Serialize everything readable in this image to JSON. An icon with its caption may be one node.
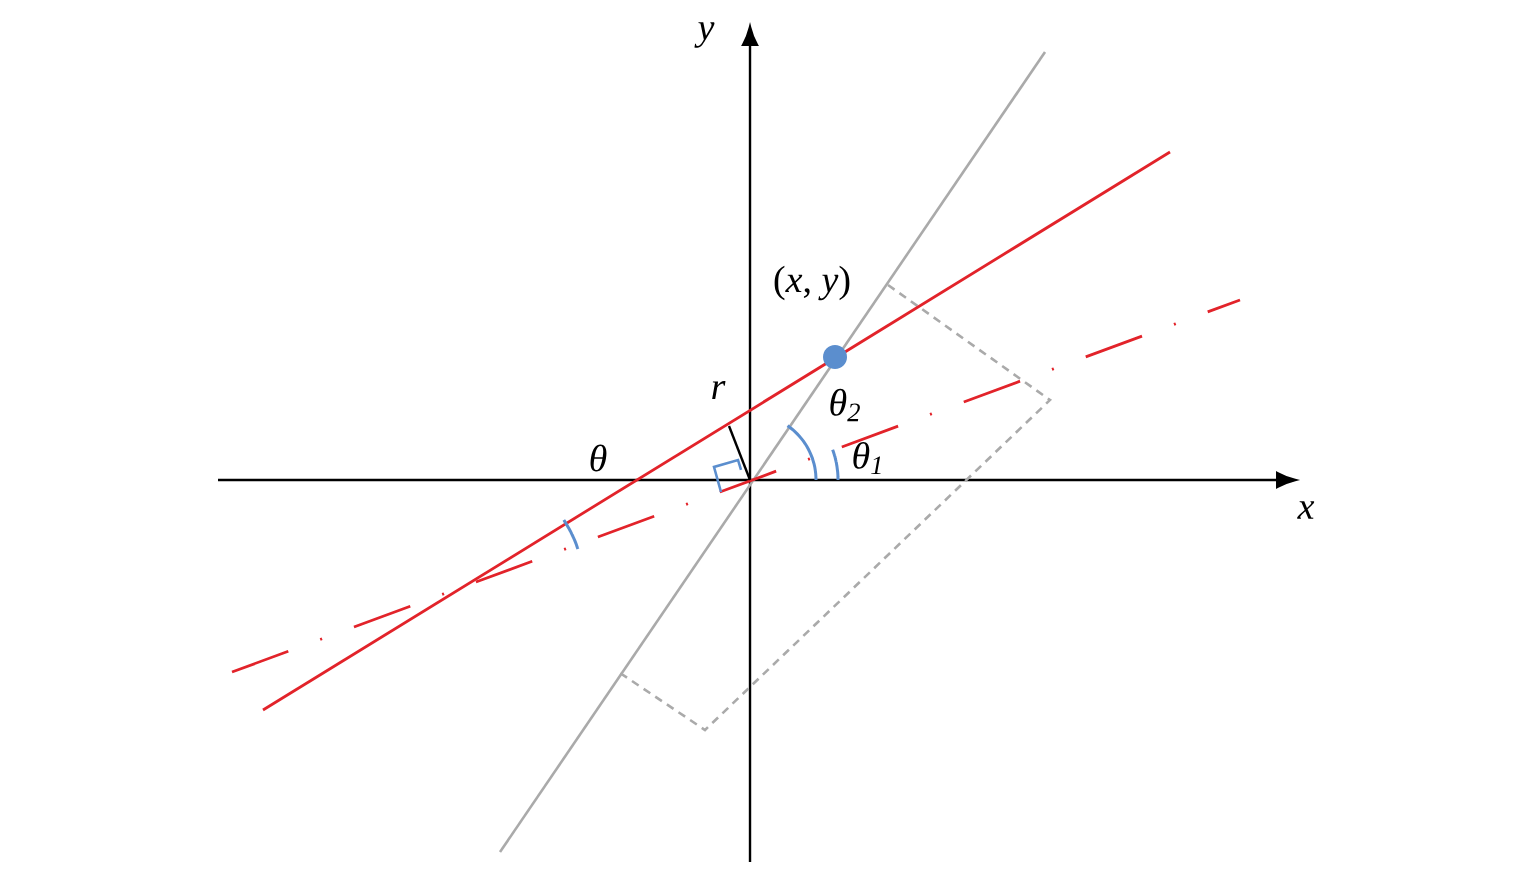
{
  "diagram": {
    "labels": [
      "y",
      "(*x*, *y*)",
      "r",
      "θ$_{2}$",
      "θ",
      "θ$_{1}$",
      "x"
    ]
  }
}
